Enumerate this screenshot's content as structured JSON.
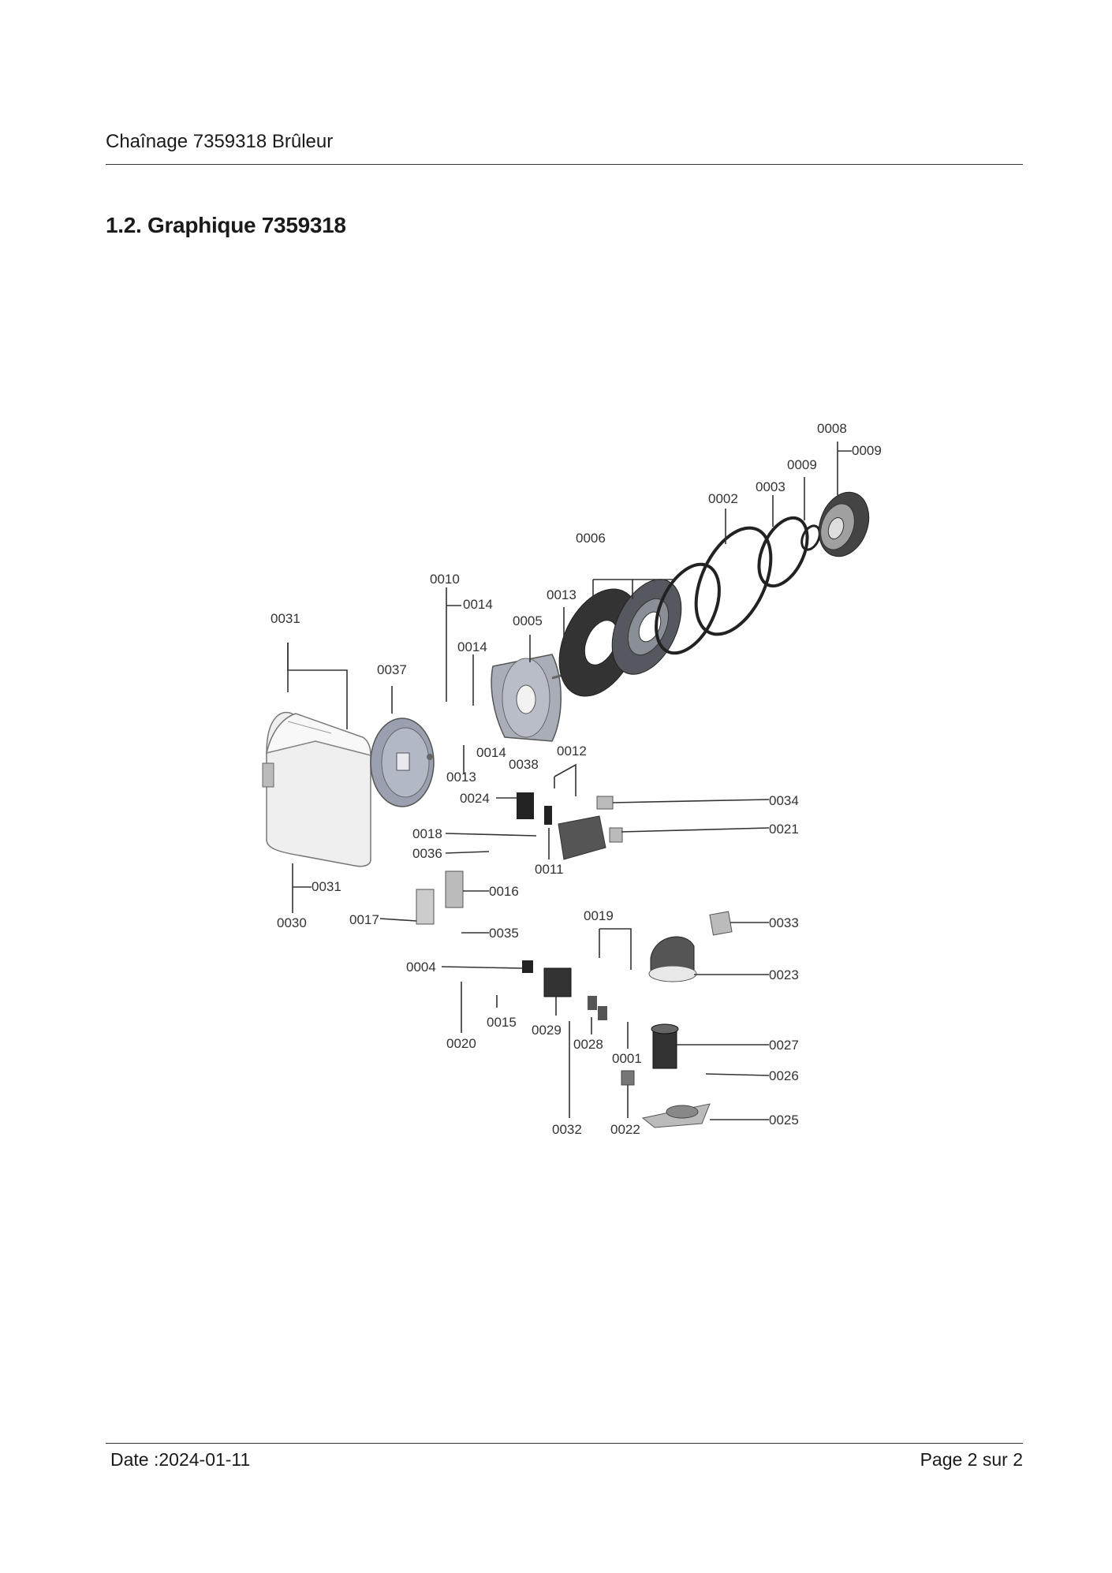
{
  "header": {
    "title": "Chaînage 7359318 Brûleur"
  },
  "section": {
    "title": "1.2. Graphique 7359318"
  },
  "footer": {
    "date": "Date :2024-01-11",
    "page": "Page 2 sur   2"
  },
  "diagram": {
    "labels": [
      "0008",
      "0009",
      "0009",
      "0003",
      "0002",
      "0006",
      "0013",
      "0005",
      "0010",
      "0014",
      "0014",
      "0031",
      "0037",
      "0012",
      "0014",
      "0038",
      "0013",
      "0024",
      "0034",
      "0021",
      "0018",
      "0036",
      "0011",
      "0031",
      "0030",
      "0017",
      "0016",
      "0035",
      "0019",
      "0033",
      "0004",
      "0023",
      "0015",
      "0020",
      "0029",
      "0028",
      "0001",
      "0027",
      "0026",
      "0032",
      "0022",
      "0025"
    ]
  }
}
